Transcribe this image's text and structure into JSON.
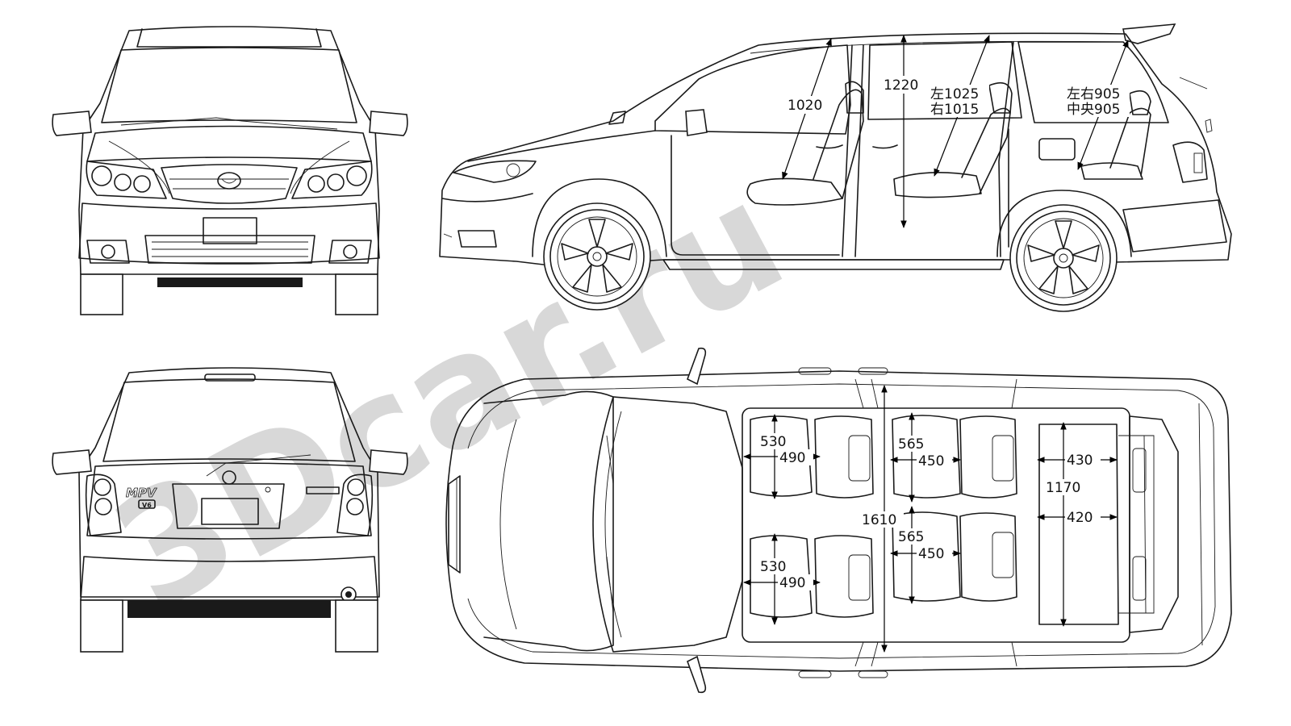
{
  "watermark": {
    "text": "3Dcar.ru"
  },
  "side_view": {
    "dims": {
      "front_headroom": "1020",
      "interior_height": "1220",
      "second_row_left": "左1025",
      "second_row_right": "右1015",
      "third_row_sides": "左右905",
      "third_row_center": "中央905"
    }
  },
  "rear_view": {
    "badge_model": "MPV",
    "badge_engine": "V6"
  },
  "top_view": {
    "dims": {
      "front_left_seat_depth": "530",
      "front_left_seat_width": "490",
      "front_right_seat_depth": "530",
      "front_right_seat_width": "490",
      "cabin_width": "1610",
      "second_row_left_depth": "565",
      "second_row_left_width": "450",
      "second_row_right_depth": "565",
      "second_row_right_width": "450",
      "third_row_width": "1170",
      "third_row_upper": "430",
      "third_row_lower": "420"
    }
  }
}
